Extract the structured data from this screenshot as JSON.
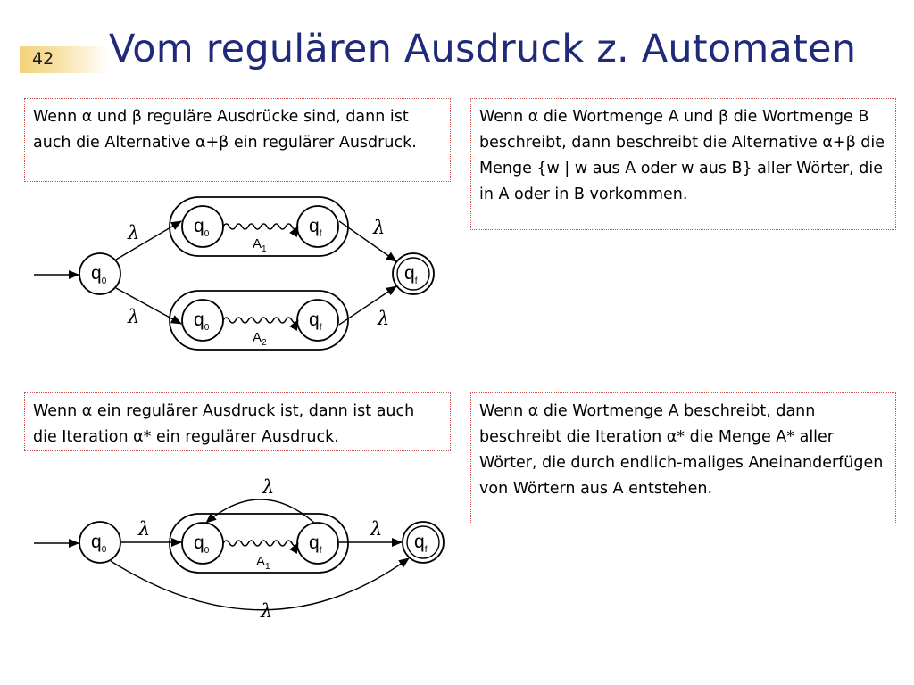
{
  "slide": {
    "number": "42",
    "title": "Vom regulären Ausdruck z. Automaten"
  },
  "boxes": {
    "alt_definition": "Wenn α und β reguläre Ausdrücke sind, dann ist auch die Alternative α+β ein regulärer Ausdruck.",
    "alt_semantics": "Wenn α die Wortmenge A und β die Wortmenge B beschreibt, dann beschreibt die Alternative α+β die Menge {w | w aus A oder w aus B} aller Wörter, die in A oder in B vorkommen.",
    "iter_definition": "Wenn α ein regulärer Ausdruck ist, dann ist auch die Iteration α* ein regulärer Ausdruck.",
    "iter_semantics": "Wenn α die Wortmenge A beschreibt, dann beschreibt die Iteration α* die Menge A* aller Wörter, die durch endlich-maliges Aneinanderfügen von Wörtern aus A entstehen."
  },
  "diagrams": {
    "state_q": "q",
    "sub_0": "0",
    "sub_f": "f",
    "lambda": "λ",
    "automaton_A": "A",
    "sub_1": "1",
    "sub_2": "2"
  }
}
